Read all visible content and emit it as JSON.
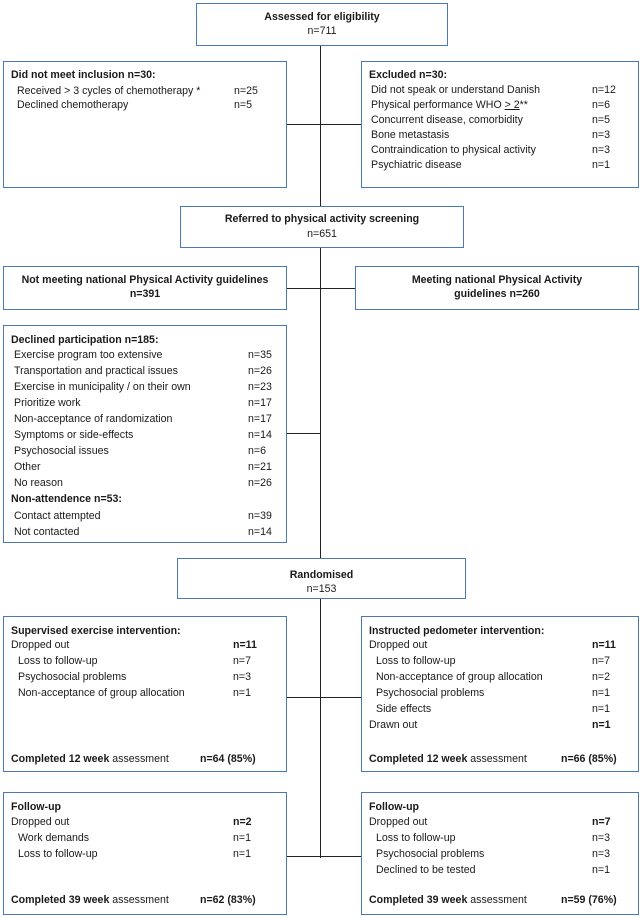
{
  "eligibility": {
    "title": "Assessed for eligibility",
    "n": "n=711"
  },
  "not_inclusion": {
    "title": "Did not meet inclusion n=30:",
    "items": [
      {
        "label": "Received > 3 cycles of chemotherapy *",
        "value": "n=25"
      },
      {
        "label": "Declined chemotherapy",
        "value": "n=5"
      }
    ]
  },
  "excluded": {
    "title": "Excluded n=30:",
    "items": [
      {
        "label": "Did not speak or understand Danish",
        "value": "n=12"
      },
      {
        "label": "Physical performance WHO ",
        "underline": "> 2",
        "suffix": "**",
        "value": "n=6"
      },
      {
        "label": "Concurrent disease, comorbidity",
        "value": "n=5"
      },
      {
        "label": "Bone metastasis",
        "value": "n=3"
      },
      {
        "label": "Contraindication to physical activity",
        "value": "n=3"
      },
      {
        "label": "Psychiatric disease",
        "value": "n=1"
      }
    ]
  },
  "screening": {
    "title": "Referred to physical activity screening",
    "n": "n=651"
  },
  "not_meeting": {
    "title": "Not meeting national Physical Activity guidelines",
    "n": "n=391"
  },
  "meeting": {
    "title_line1": "Meeting national Physical Activity",
    "title_line2": "guidelines n=260"
  },
  "declined": {
    "title": "Declined participation n=185:",
    "items": [
      {
        "label": "Exercise program too extensive",
        "value": "n=35"
      },
      {
        "label": "Transportation and practical issues",
        "value": "n=26"
      },
      {
        "label": "Exercise in municipality / on their own",
        "value": "n=23"
      },
      {
        "label": "Prioritize work",
        "value": "n=17"
      },
      {
        "label": "Non-acceptance of randomization",
        "value": "n=17"
      },
      {
        "label": "Symptoms or side-effects",
        "value": "n=14"
      },
      {
        "label": "Psychosocial issues",
        "value": "n=6"
      },
      {
        "label": "Other",
        "value": "n=21"
      },
      {
        "label": "No reason",
        "value": "n=26"
      }
    ],
    "non_attendence_title": "Non-attendence n=53:",
    "non_attendence_items": [
      {
        "label": "Contact attempted",
        "value": "n=39"
      },
      {
        "label": "Not contacted",
        "value": "n=14"
      }
    ]
  },
  "randomised": {
    "title": "Randomised",
    "n": "n=153"
  },
  "supervised": {
    "title": "Supervised exercise intervention:",
    "dropped_label": "Dropped out",
    "dropped_value": "n=11",
    "items": [
      {
        "label": "Loss to follow-up",
        "value": "n=7"
      },
      {
        "label": "Psychosocial problems",
        "value": "n=3"
      },
      {
        "label": "Non-acceptance of group allocation",
        "value": "n=1"
      }
    ],
    "completed_pre": "Completed ",
    "completed_bold": "12 week",
    "completed_post": " assessment",
    "completed_value": "n=64 (85%)"
  },
  "instructed": {
    "title": "Instructed pedometer intervention:",
    "dropped_label": "Dropped out",
    "dropped_value": "n=11",
    "items": [
      {
        "label": "Loss to follow-up",
        "value": "n=7"
      },
      {
        "label": "Non-acceptance of group allocation",
        "value": "n=2"
      },
      {
        "label": "Psychosocial problems",
        "value": "n=1"
      },
      {
        "label": "Side effects",
        "value": "n=1"
      }
    ],
    "drawn_label": "Drawn out",
    "drawn_value": "n=1",
    "completed_pre": "Completed ",
    "completed_bold": "12 week",
    "completed_post": " assessment",
    "completed_value": "n=66 (85%)"
  },
  "followup_left": {
    "title": "Follow-up",
    "dropped_label": "Dropped out",
    "dropped_value": "n=2",
    "items": [
      {
        "label": "Work demands",
        "value": "n=1"
      },
      {
        "label": "Loss to follow-up",
        "value": "n=1"
      }
    ],
    "completed_pre": "Completed ",
    "completed_bold": "39 week",
    "completed_post": " assessment",
    "completed_value": "n=62 (83%)"
  },
  "followup_right": {
    "title": "Follow-up",
    "dropped_label": "Dropped out",
    "dropped_value": "n=7",
    "items": [
      {
        "label": "Loss to follow-up",
        "value": "n=3"
      },
      {
        "label": "Psychosocial problems",
        "value": "n=3"
      },
      {
        "label": "Declined to be tested",
        "value": "n=1"
      }
    ],
    "completed_pre": "Completed ",
    "completed_bold": "39 week",
    "completed_post": " assessment",
    "completed_value": "n=59 (76%)"
  }
}
